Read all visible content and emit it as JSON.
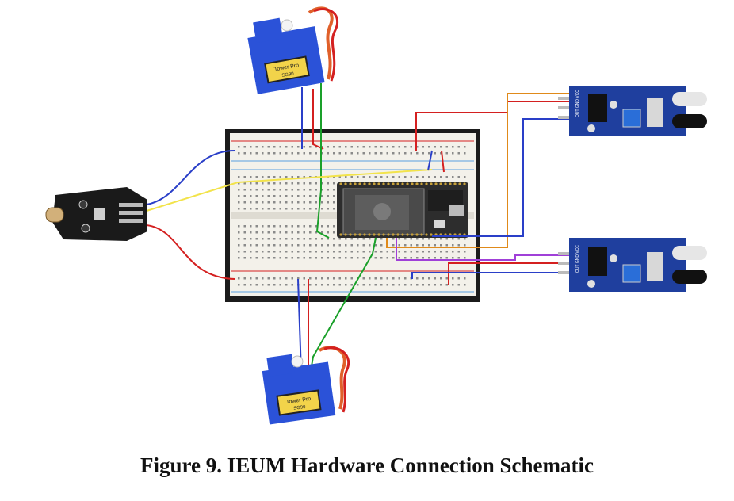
{
  "figure": {
    "caption": "Figure 9. IEUM Hardware Connection Schematic"
  },
  "components": {
    "servo_label": "Tower Pro",
    "servo_model": "SG90",
    "ir_sensor_label": "OUT GND VCC"
  },
  "colors": {
    "wire_red": "#d42020",
    "wire_blue": "#2a3fc8",
    "wire_green": "#1aa02a",
    "wire_yellow": "#f2e34a",
    "wire_orange": "#e08a1a",
    "wire_purple": "#a040d8",
    "servo_body": "#2b52d8",
    "sensor_pcb": "#1f3f9e",
    "breadboard": "#f3f1ea",
    "board_frame": "#1b1b1b",
    "esp32_board": "#2d2d2d"
  }
}
